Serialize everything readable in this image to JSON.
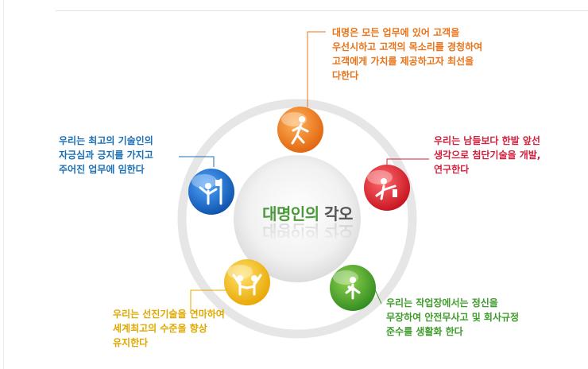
{
  "center": {
    "title_part1": "대명인의",
    "title_part2": " 각오"
  },
  "pledges": {
    "top": {
      "color": "#e8731a",
      "icon": "person-running-icon",
      "lines": [
        "대명은 모든 업무에 있어 고객을",
        "우선시하고 고객의 목소리를 경청하여",
        "고객에게 가치를 제공하고자 최선을",
        "다한다"
      ]
    },
    "right": {
      "color": "#d21f3c",
      "icon": "person-reaching-icon",
      "lines": [
        "우리는 남들보다 한발 앞선",
        "생각으로 첨단기술을 개발,",
        "연구한다"
      ]
    },
    "bottom_right": {
      "color": "#3f9b2b",
      "icon": "person-heart-icon",
      "lines": [
        "우리는 작업장에서는 정신을",
        "무장하여 안전무사고 및 회사규정",
        "준수를 생활화 한다"
      ]
    },
    "bottom_left": {
      "color": "#e0a800",
      "icon": "people-cheering-icon",
      "lines": [
        "우리는 선진기술을 연마하여",
        "세계최고의 수준을 향상",
        "유지한다"
      ]
    },
    "left": {
      "color": "#1a6fb5",
      "icon": "person-with-flag-icon",
      "lines": [
        "우리는 최고의 기술인의",
        "자긍심과 긍지를 가지고",
        "주어진 업무에 임한다"
      ]
    }
  }
}
